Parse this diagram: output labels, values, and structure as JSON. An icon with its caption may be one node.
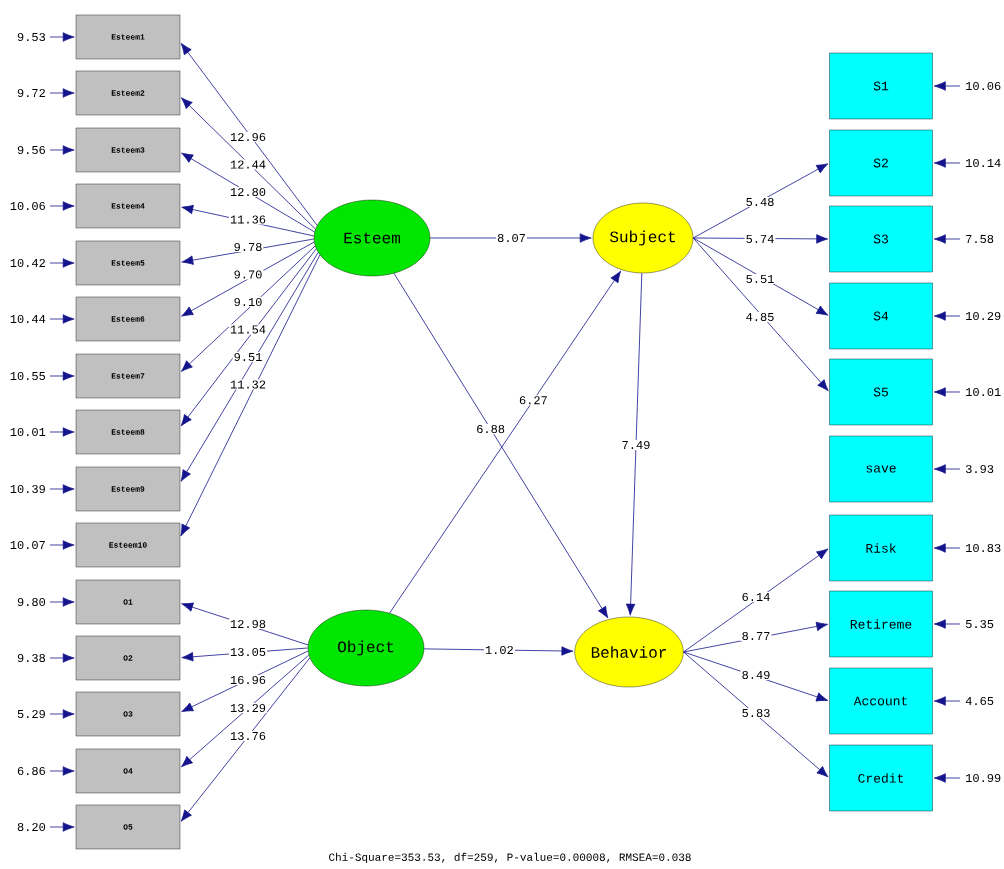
{
  "diagram": {
    "caption": "Chi-Square=353.53, df=259, P-value=0.00008, RMSEA=0.038",
    "nodes": [
      {
        "text": [
          "Esteem1"
        ],
        "beside": [
          "9.53"
        ]
      },
      {
        "text": [
          "Esteem2"
        ],
        "beside": [
          "9.72"
        ]
      },
      {
        "text": [
          "Esteem3"
        ],
        "beside": [
          "9.56"
        ]
      },
      {
        "text": [
          "Esteem4"
        ],
        "beside": [
          "10.06"
        ]
      },
      {
        "text": [
          "Esteem5"
        ],
        "beside": [
          "10.42"
        ]
      },
      {
        "text": [
          "Esteem6"
        ],
        "beside": [
          "10.44"
        ]
      },
      {
        "text": [
          "Esteem7"
        ],
        "beside": [
          "10.55"
        ]
      },
      {
        "text": [
          "Esteem8"
        ],
        "beside": [
          "10.01"
        ]
      },
      {
        "text": [
          "Esteem9"
        ],
        "beside": [
          "10.39"
        ]
      },
      {
        "text": [
          "Esteem10"
        ],
        "beside": [
          "10.07"
        ]
      },
      {
        "text": [
          "O1"
        ],
        "beside": [
          "9.80"
        ]
      },
      {
        "text": [
          "O2"
        ],
        "beside": [
          "9.38"
        ]
      },
      {
        "text": [
          "O3"
        ],
        "beside": [
          "5.29"
        ]
      },
      {
        "text": [
          "O4"
        ],
        "beside": [
          "6.86"
        ]
      },
      {
        "text": [
          "O5"
        ],
        "beside": [
          "8.20"
        ]
      },
      {
        "text": [
          "Esteem"
        ]
      },
      {
        "text": [
          "Object"
        ]
      },
      {
        "text": [
          "Subject"
        ]
      },
      {
        "text": [
          "Behavior"
        ]
      },
      {
        "text": [
          "S1"
        ],
        "beside": [
          "10.06"
        ]
      },
      {
        "text": [
          "S2"
        ],
        "beside": [
          "10.14"
        ]
      },
      {
        "text": [
          "S3"
        ],
        "beside": [
          "7.58"
        ]
      },
      {
        "text": [
          "S4"
        ],
        "beside": [
          "10.29"
        ]
      },
      {
        "text": [
          "S5"
        ],
        "beside": [
          "10.01"
        ]
      },
      {
        "text": [
          "save"
        ],
        "beside": [
          "3.93"
        ]
      },
      {
        "text": [
          "Risk"
        ],
        "beside": [
          "10.83"
        ]
      },
      {
        "text": [
          "Retireme"
        ],
        "beside": [
          "5.35"
        ]
      },
      {
        "text": [
          "Account"
        ],
        "beside": [
          "4.65"
        ]
      },
      {
        "text": [
          "Credit"
        ],
        "beside": [
          "10.99"
        ]
      }
    ],
    "edges": [
      {
        "from": 15,
        "to": 0,
        "arrow": "to",
        "label": "12.96"
      },
      {
        "from": 15,
        "to": 1,
        "arrow": "to",
        "label": "12.44"
      },
      {
        "from": 15,
        "to": 2,
        "arrow": "to",
        "label": "12.80"
      },
      {
        "from": 15,
        "to": 3,
        "arrow": "to",
        "label": "11.36"
      },
      {
        "from": 15,
        "to": 4,
        "arrow": "to",
        "label": "9.78"
      },
      {
        "from": 15,
        "to": 5,
        "arrow": "to",
        "label": "9.70"
      },
      {
        "from": 15,
        "to": 6,
        "arrow": "to",
        "label": "9.10"
      },
      {
        "from": 15,
        "to": 7,
        "arrow": "to",
        "label": "11.54"
      },
      {
        "from": 15,
        "to": 8,
        "arrow": "to",
        "label": "9.51"
      },
      {
        "from": 15,
        "to": 9,
        "arrow": "to",
        "label": "11.32"
      },
      {
        "from": 16,
        "to": 10,
        "arrow": "to",
        "label": "12.98"
      },
      {
        "from": 16,
        "to": 11,
        "arrow": "to",
        "label": "13.05"
      },
      {
        "from": 16,
        "to": 12,
        "arrow": "to",
        "label": "16.96"
      },
      {
        "from": 16,
        "to": 13,
        "arrow": "to",
        "label": "13.29"
      },
      {
        "from": 16,
        "to": 14,
        "arrow": "to",
        "label": "13.76"
      },
      {
        "from": 15,
        "to": 17,
        "arrow": "to",
        "label": "8.07"
      },
      {
        "from": 15,
        "to": 18,
        "arrow": "to",
        "label": "6.88"
      },
      {
        "from": 16,
        "to": 17,
        "arrow": "to",
        "label": "6.27"
      },
      {
        "from": 16,
        "to": 18,
        "arrow": "to",
        "label": "1.02"
      },
      {
        "from": 17,
        "to": 18,
        "arrow": "to",
        "label": "7.49"
      },
      {
        "from": 17,
        "to": 20,
        "arrow": "to",
        "label": "5.48"
      },
      {
        "from": 17,
        "to": 21,
        "arrow": "to",
        "label": "5.74"
      },
      {
        "from": 17,
        "to": 22,
        "arrow": "to",
        "label": "5.51"
      },
      {
        "from": 17,
        "to": 23,
        "arrow": "to",
        "label": "4.85"
      },
      {
        "from": 18,
        "to": 25,
        "arrow": "to",
        "label": "6.14"
      },
      {
        "from": 18,
        "to": 26,
        "arrow": "to",
        "label": "8.77"
      },
      {
        "from": 18,
        "to": 27,
        "arrow": "to",
        "label": "8.49"
      },
      {
        "from": 18,
        "to": 28,
        "arrow": "to",
        "label": "5.83"
      },
      {
        "from": null,
        "to": 0,
        "arrow": "to"
      },
      {
        "from": null,
        "to": 1,
        "arrow": "to"
      },
      {
        "from": null,
        "to": 2,
        "arrow": "to"
      },
      {
        "from": null,
        "to": 3,
        "arrow": "to"
      },
      {
        "from": null,
        "to": 4,
        "arrow": "to"
      },
      {
        "from": null,
        "to": 5,
        "arrow": "to"
      },
      {
        "from": null,
        "to": 6,
        "arrow": "to"
      },
      {
        "from": null,
        "to": 7,
        "arrow": "to"
      },
      {
        "from": null,
        "to": 8,
        "arrow": "to"
      },
      {
        "from": null,
        "to": 9,
        "arrow": "to"
      },
      {
        "from": null,
        "to": 10,
        "arrow": "to"
      },
      {
        "from": null,
        "to": 11,
        "arrow": "to"
      },
      {
        "from": null,
        "to": 12,
        "arrow": "to"
      },
      {
        "from": null,
        "to": 13,
        "arrow": "to"
      },
      {
        "from": null,
        "to": 14,
        "arrow": "to"
      },
      {
        "from": null,
        "to": 19,
        "arrow": "to"
      },
      {
        "from": null,
        "to": 20,
        "arrow": "to"
      },
      {
        "from": null,
        "to": 21,
        "arrow": "to"
      },
      {
        "from": null,
        "to": 22,
        "arrow": "to"
      },
      {
        "from": null,
        "to": 23,
        "arrow": "to"
      },
      {
        "from": null,
        "to": 24,
        "arrow": "to"
      },
      {
        "from": null,
        "to": 25,
        "arrow": "to"
      },
      {
        "from": null,
        "to": 26,
        "arrow": "to"
      },
      {
        "from": null,
        "to": 27,
        "arrow": "to"
      },
      {
        "from": null,
        "to": 28,
        "arrow": "to"
      }
    ]
  }
}
